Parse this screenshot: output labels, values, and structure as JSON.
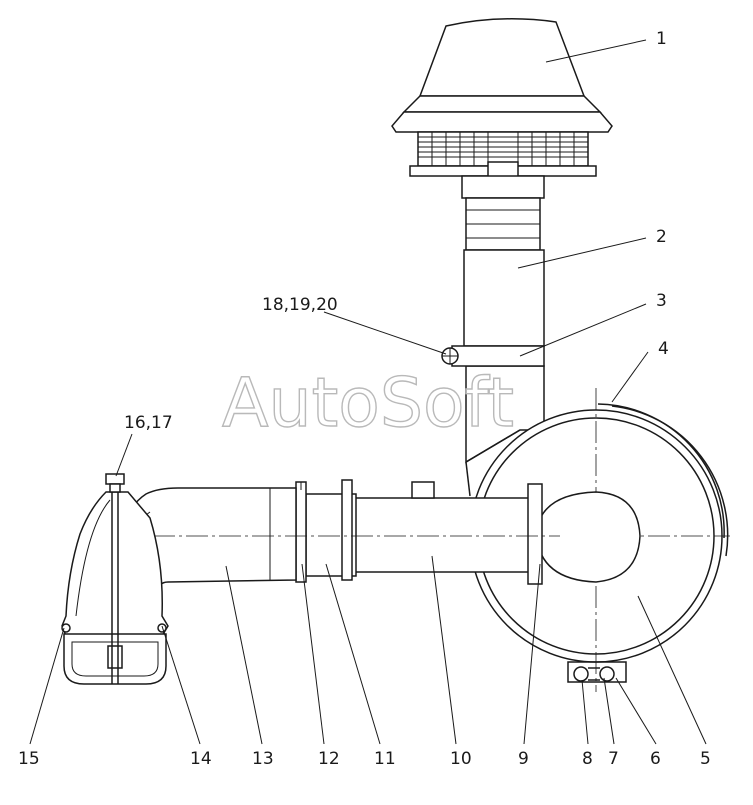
{
  "watermark": "AutoSoft",
  "callouts": {
    "c1": "1",
    "c2": "2",
    "c3": "3",
    "c4": "4",
    "c5": "5",
    "c6": "6",
    "c7": "7",
    "c8": "8",
    "c9": "9",
    "c10": "10",
    "c11": "11",
    "c12": "12",
    "c13": "13",
    "c14": "14",
    "c15": "15",
    "c16_17": "16,17",
    "c18_19_20": "18,19,20"
  }
}
